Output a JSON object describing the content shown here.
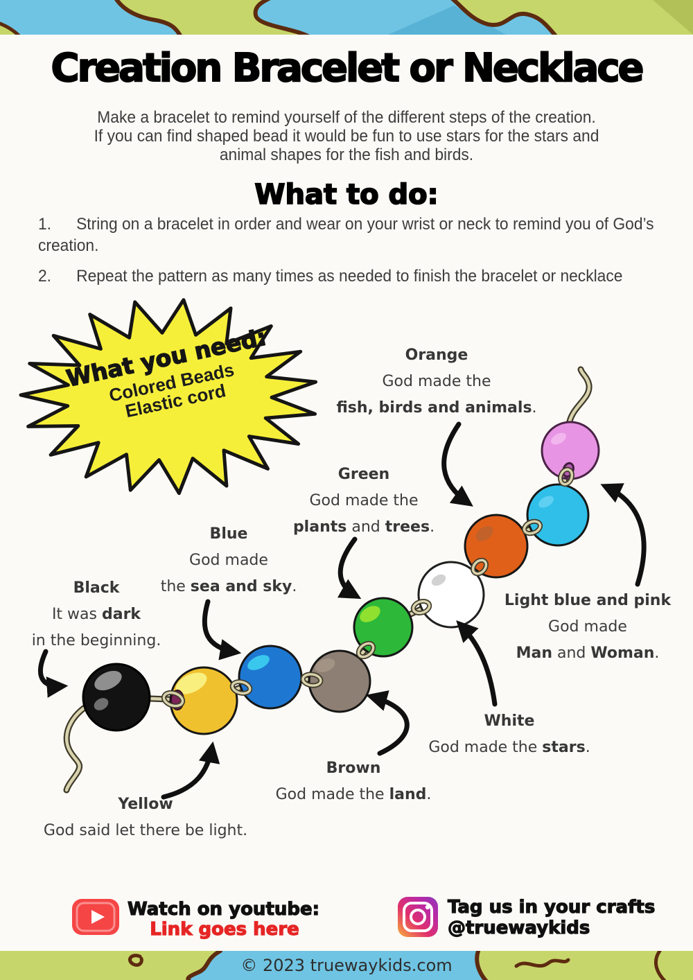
{
  "title": "Creation Bracelet or Necklace",
  "intro": {
    "lines": [
      "Make a bracelet to remind yourself of the different steps of the creation.",
      "If you can find shaped bead it would be fun to use stars for the stars and",
      "animal shapes for the fish and birds."
    ]
  },
  "what_to_do": {
    "heading": "What to do:",
    "steps": [
      {
        "num": "1.",
        "text": "String on a bracelet in order and wear on your wrist or neck to remind you of God’s creation."
      },
      {
        "num": "2.",
        "text": "Repeat the pattern as many times as needed to finish the bracelet or necklace"
      }
    ]
  },
  "what_you_need": {
    "heading": "What you need:",
    "items": [
      "Colored Beads",
      "Elastic cord"
    ],
    "burst_color": "#f6ef3a"
  },
  "beads": [
    {
      "name": "black",
      "color": "#121212"
    },
    {
      "name": "yellow",
      "color": "#f0c12e"
    },
    {
      "name": "blue",
      "color": "#1e78d2"
    },
    {
      "name": "brown",
      "color": "#8d7f73"
    },
    {
      "name": "green",
      "color": "#2db83a"
    },
    {
      "name": "white",
      "color": "#ffffff"
    },
    {
      "name": "orange",
      "color": "#e0601a"
    },
    {
      "name": "lightblue",
      "color": "#2fbfe8"
    },
    {
      "name": "pink",
      "color": "#e894e4"
    }
  ],
  "bead_sequence": [
    "black",
    "yellow",
    "blue",
    "brown",
    "green",
    "white",
    "orange",
    "lightblue",
    "pink"
  ],
  "bead_labels": [
    {
      "id": "black",
      "lines": [
        [
          {
            "t": "Black",
            "b": true
          }
        ],
        [
          {
            "t": "It was ",
            "b": false
          },
          {
            "t": "dark",
            "b": true
          }
        ],
        [
          {
            "t": "in the beginning.",
            "b": false
          }
        ]
      ]
    },
    {
      "id": "yellow",
      "lines": [
        [
          {
            "t": "Yellow",
            "b": true
          }
        ],
        [
          {
            "t": "God said let there be light.",
            "b": false
          }
        ]
      ]
    },
    {
      "id": "blue",
      "lines": [
        [
          {
            "t": "Blue",
            "b": true
          }
        ],
        [
          {
            "t": "God made",
            "b": false
          }
        ],
        [
          {
            "t": "the ",
            "b": false
          },
          {
            "t": "sea and sky",
            "b": true
          },
          {
            "t": ".",
            "b": false
          }
        ]
      ]
    },
    {
      "id": "brown",
      "lines": [
        [
          {
            "t": "Brown",
            "b": true
          }
        ],
        [
          {
            "t": "God made the ",
            "b": false
          },
          {
            "t": "land",
            "b": true
          },
          {
            "t": ".",
            "b": false
          }
        ]
      ]
    },
    {
      "id": "green",
      "lines": [
        [
          {
            "t": "Green",
            "b": true
          }
        ],
        [
          {
            "t": "God made the",
            "b": false
          }
        ],
        [
          {
            "t": "plants",
            "b": true
          },
          {
            "t": " and ",
            "b": false
          },
          {
            "t": "trees",
            "b": true
          },
          {
            "t": ".",
            "b": false
          }
        ]
      ]
    },
    {
      "id": "white",
      "lines": [
        [
          {
            "t": "White",
            "b": true
          }
        ],
        [
          {
            "t": "God made the ",
            "b": false
          },
          {
            "t": "stars",
            "b": true
          },
          {
            "t": ".",
            "b": false
          }
        ]
      ]
    },
    {
      "id": "orange",
      "lines": [
        [
          {
            "t": "Orange",
            "b": true
          }
        ],
        [
          {
            "t": "God made the",
            "b": false
          }
        ],
        [
          {
            "t": "fish, birds and animals",
            "b": true
          },
          {
            "t": ".",
            "b": false
          }
        ]
      ]
    },
    {
      "id": "lightblue-pink",
      "lines": [
        [
          {
            "t": "Light blue and pink",
            "b": true
          }
        ],
        [
          {
            "t": "God made",
            "b": false
          }
        ],
        [
          {
            "t": "Man",
            "b": true
          },
          {
            "t": " and ",
            "b": false
          },
          {
            "t": "Woman",
            "b": true
          },
          {
            "t": ".",
            "b": false
          }
        ]
      ]
    }
  ],
  "footer": {
    "youtube": {
      "icon": "youtube-icon",
      "label": "Watch on youtube:",
      "link_text": "Link goes here",
      "link_color": "#e62525"
    },
    "instagram": {
      "icon": "instagram-icon",
      "label": "Tag us in your crafts",
      "handle": "@truewaykids"
    }
  },
  "copyright": "© 2023 truewaykids.com",
  "theme": {
    "map_water": "#6fc4e3",
    "map_land": "#c7d66b",
    "map_outline": "#5d2b10",
    "cord_dark": "#3f3a2a",
    "cord_light": "#d9d3ae",
    "arrow_color": "#101010"
  }
}
